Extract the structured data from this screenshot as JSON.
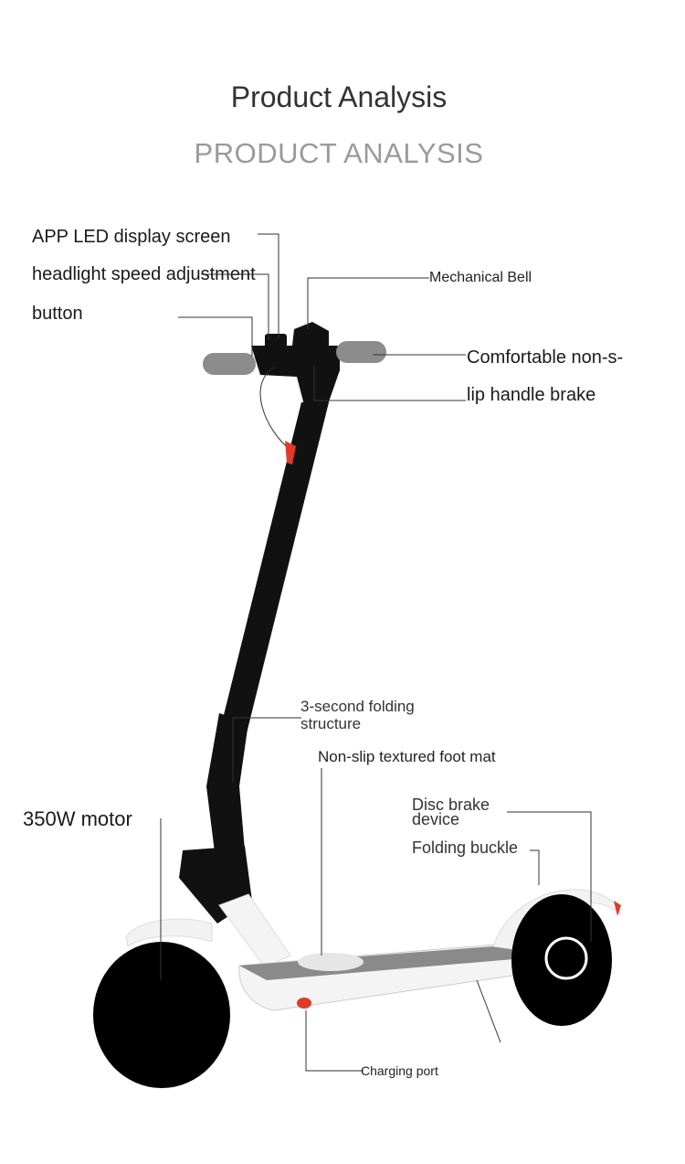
{
  "header": {
    "title": "Product Analysis",
    "subtitle": "PRODUCT ANALYSIS"
  },
  "labels": {
    "app_led": "APP LED display screen",
    "headlight_line1": "headlight speed adjustment",
    "headlight_line2": "button",
    "mechanical_bell": "Mechanical Bell",
    "comfortable_line1": "Comfortable non-s-",
    "comfortable_line2": "lip handle brake",
    "folding_line1": "3-second folding",
    "folding_line2": "structure",
    "foot_mat": "Non-slip textured foot mat",
    "motor": "350W motor",
    "disc_line1": "Disc brake",
    "disc_line2": "device",
    "folding_buckle": "Folding buckle",
    "charging_port": "Charging port"
  },
  "colors": {
    "frame": "#111111",
    "body": "#f4f4f4",
    "deck_mat": "#8a8a8a",
    "grip": "#8c8c8c",
    "accent_red": "#e03a2a",
    "wheel": "#000000"
  },
  "icons": {
    "product": "electric-scooter-illustration"
  }
}
